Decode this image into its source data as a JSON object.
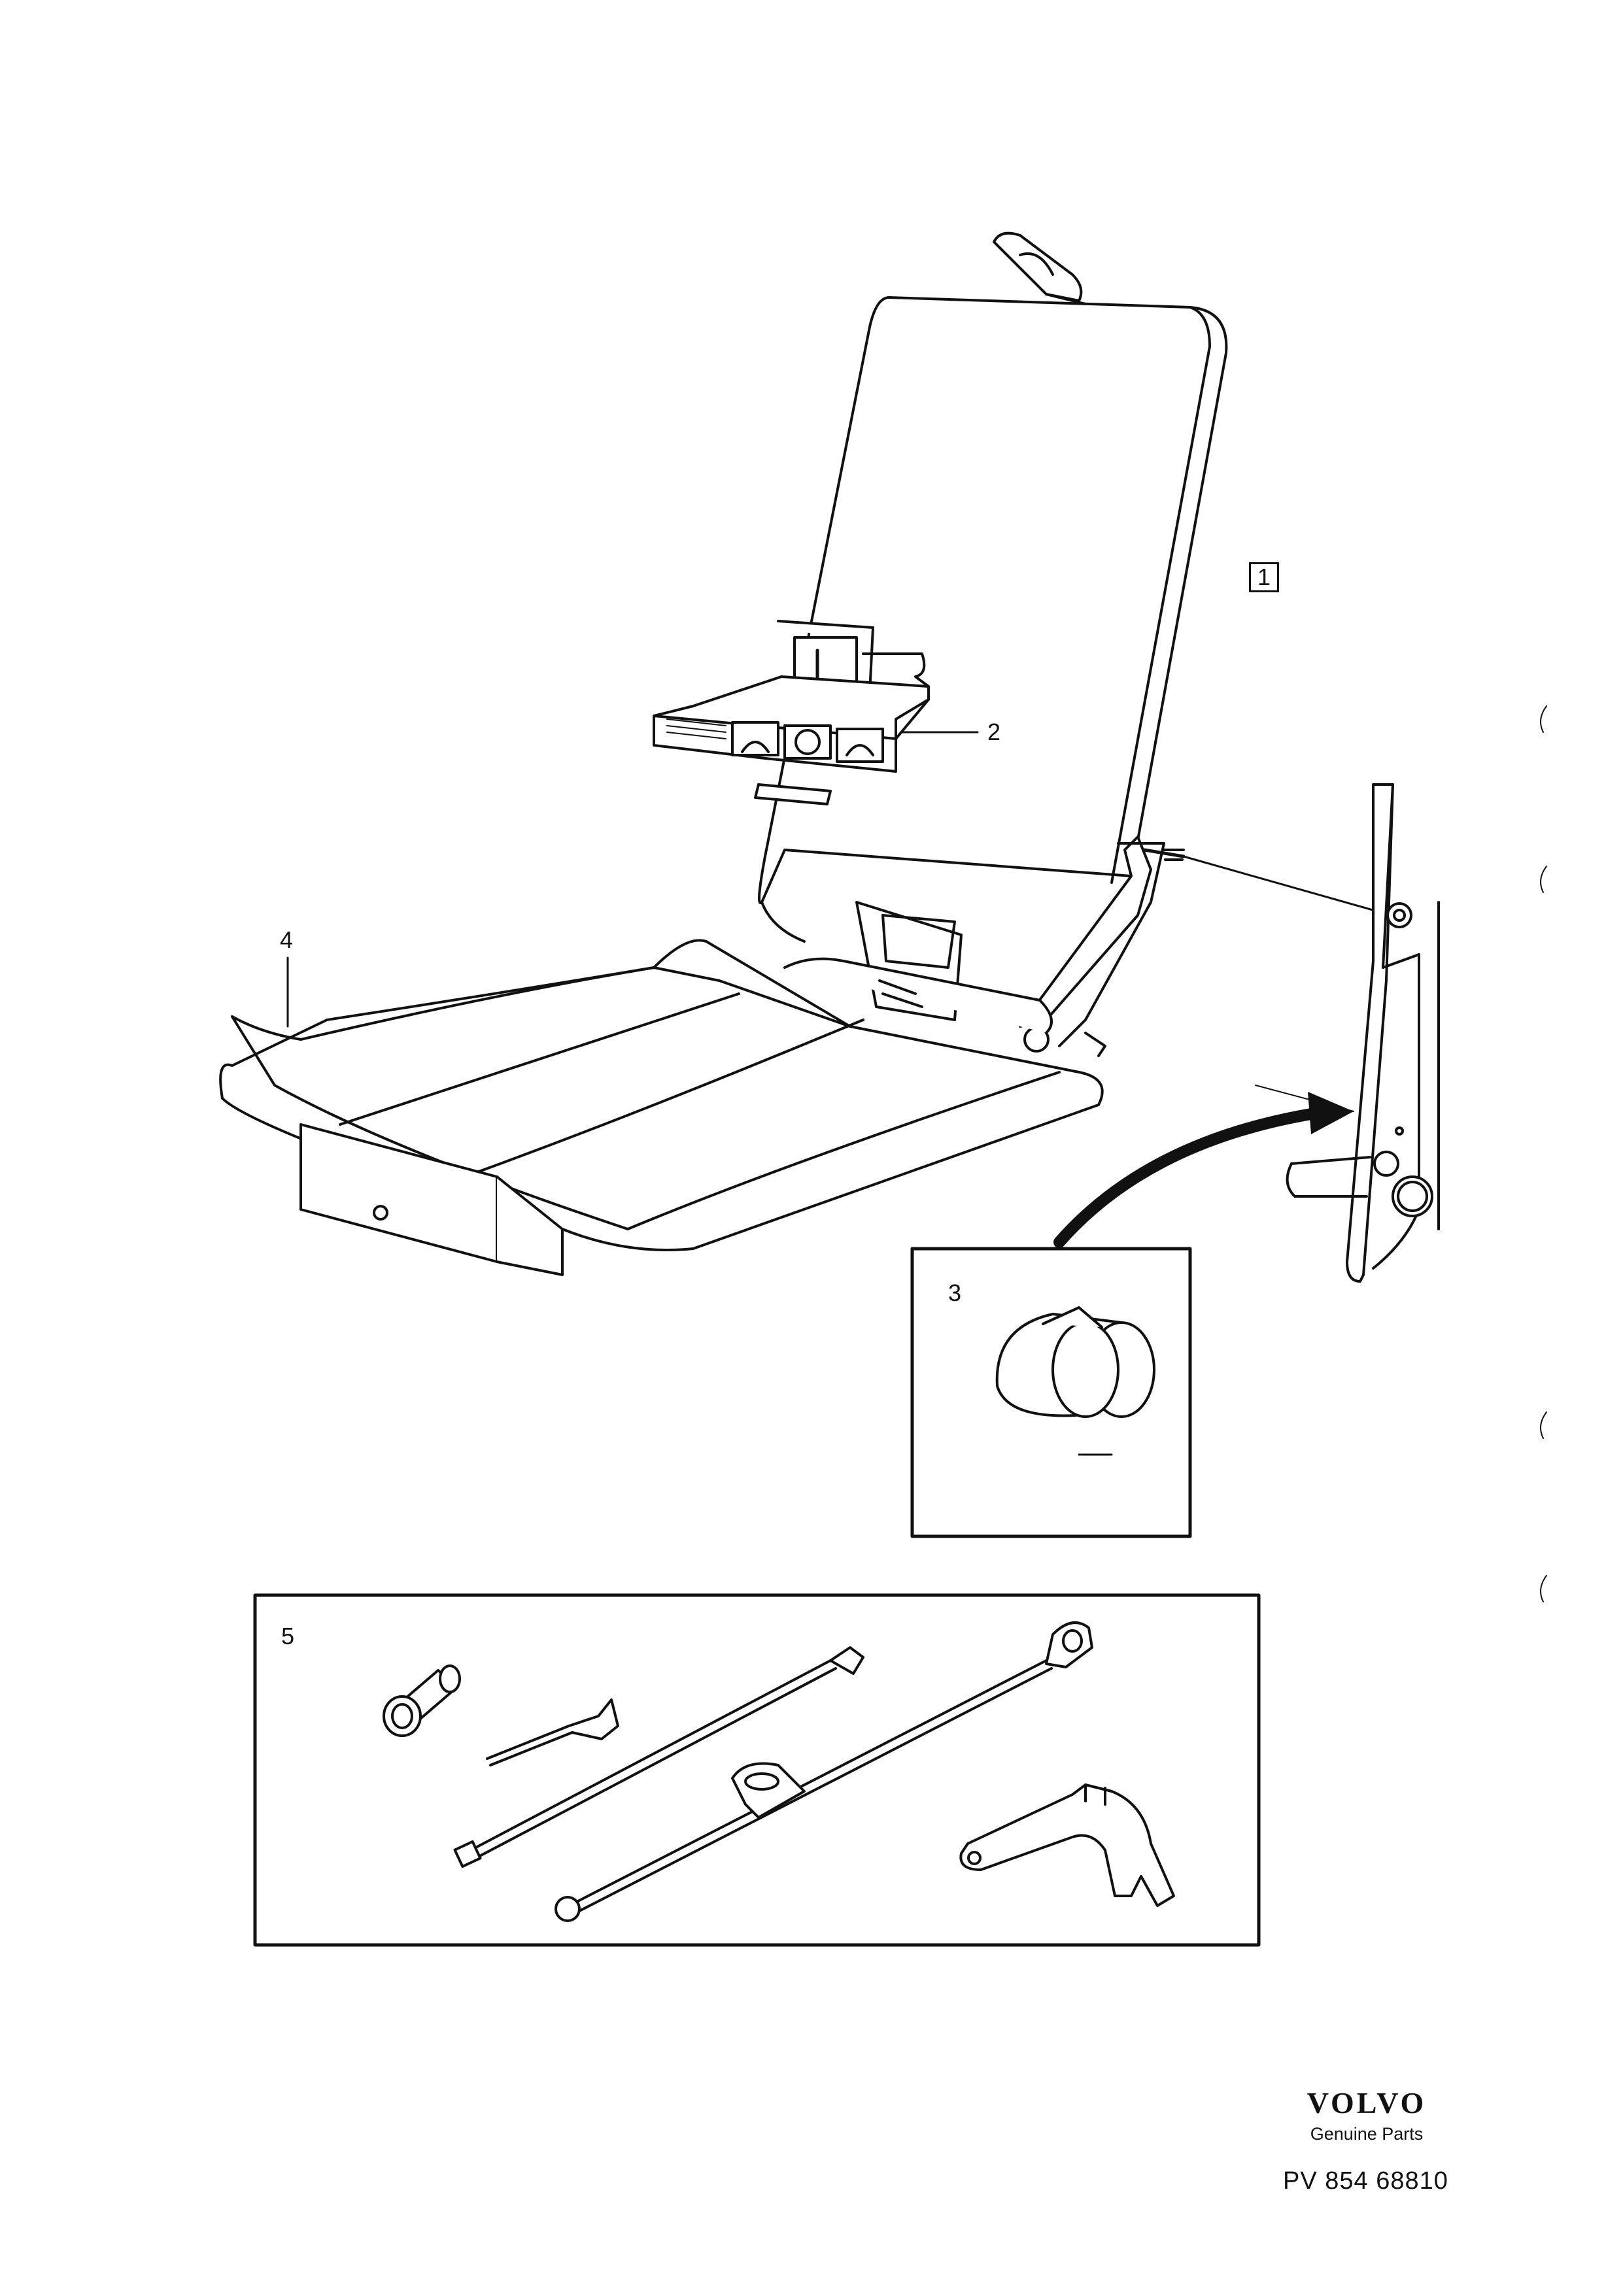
{
  "callouts": {
    "c1": "1",
    "c2": "2",
    "c3": "3",
    "c4": "4",
    "c5": "5"
  },
  "branding": {
    "logo": "VOLVO",
    "tagline": "Genuine Parts",
    "code": "PV 854 68810"
  },
  "colors": {
    "line": "#111111",
    "background": "#ffffff"
  }
}
